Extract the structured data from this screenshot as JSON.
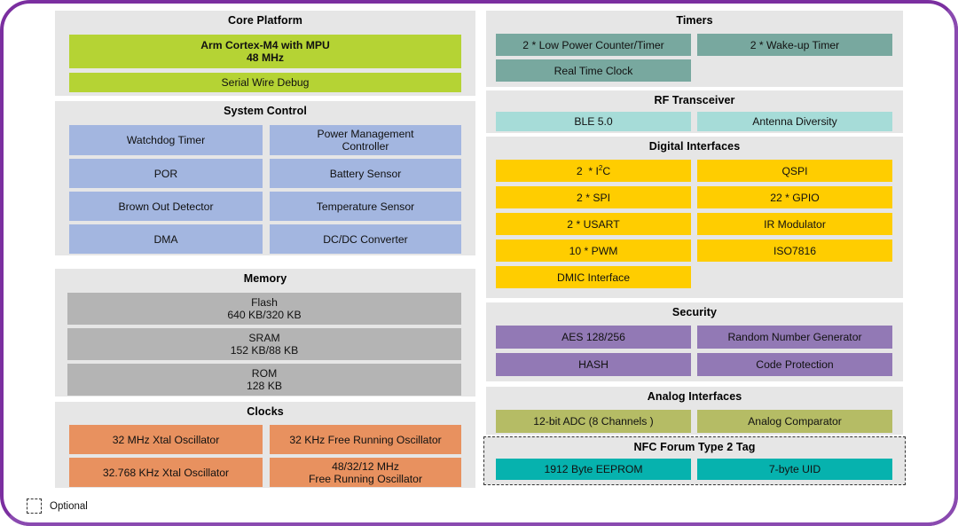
{
  "diagram": {
    "legend": {
      "label": "Optional",
      "swatch": "dashed-square"
    },
    "colors": {
      "frame": "#7b2fa0",
      "group_bg": "#e6e6e6",
      "core": "#b5d334",
      "system_control": "#a3b6e0",
      "memory": "#b4b4b4",
      "clocks": "#e8915f",
      "timers": "#78a89f",
      "rf": "#a6dcd8",
      "digital": "#ffcd00",
      "security": "#9279b5",
      "analog": "#b5bc65",
      "nfc": "#06b2ae"
    },
    "groups": {
      "core_platform": {
        "title": "Core Platform",
        "blocks": [
          {
            "line1": "Arm Cortex-M4 with MPU",
            "line2": "48 MHz",
            "bold": true
          },
          {
            "line1": "Serial Wire Debug",
            "line2": "",
            "bold": false
          }
        ]
      },
      "system_control": {
        "title": "System Control",
        "blocks": [
          {
            "line1": "Watchdog Timer",
            "line2": ""
          },
          {
            "line1": "Power Management",
            "line2": "Controller"
          },
          {
            "line1": "POR",
            "line2": ""
          },
          {
            "line1": "Battery Sensor",
            "line2": ""
          },
          {
            "line1": "Brown Out Detector",
            "line2": ""
          },
          {
            "line1": "Temperature Sensor",
            "line2": ""
          },
          {
            "line1": "DMA",
            "line2": ""
          },
          {
            "line1": "DC/DC Converter",
            "line2": ""
          }
        ]
      },
      "memory": {
        "title": "Memory",
        "blocks": [
          {
            "line1": "Flash",
            "line2": "640 KB/320 KB"
          },
          {
            "line1": "SRAM",
            "line2": "152 KB/88 KB"
          },
          {
            "line1": "ROM",
            "line2": "128 KB"
          }
        ]
      },
      "clocks": {
        "title": "Clocks",
        "blocks": [
          {
            "line1": "32 MHz Xtal Oscillator",
            "line2": ""
          },
          {
            "line1": "32 KHz Free Running Oscillator",
            "line2": ""
          },
          {
            "line1": "32.768 KHz Xtal Oscillator",
            "line2": ""
          },
          {
            "line1": "48/32/12 MHz",
            "line2": "Free Running Oscillator"
          }
        ]
      },
      "timers": {
        "title": "Timers",
        "blocks": [
          {
            "line1": "2 * Low Power Counter/Timer",
            "line2": ""
          },
          {
            "line1": "2 * Wake-up Timer",
            "line2": ""
          },
          {
            "line1": "Real Time Clock",
            "line2": ""
          }
        ]
      },
      "rf_transceiver": {
        "title": "RF Transceiver",
        "blocks": [
          {
            "line1": "BLE 5.0",
            "line2": ""
          },
          {
            "line1": "Antenna Diversity",
            "line2": ""
          }
        ]
      },
      "digital_interfaces": {
        "title": "Digital Interfaces",
        "blocks": [
          {
            "line1": "2  * I2C",
            "line2": "",
            "superscript": true
          },
          {
            "line1": "QSPI",
            "line2": ""
          },
          {
            "line1": "2 * SPI",
            "line2": ""
          },
          {
            "line1": "22 * GPIO",
            "line2": ""
          },
          {
            "line1": "2 * USART",
            "line2": ""
          },
          {
            "line1": "IR Modulator",
            "line2": ""
          },
          {
            "line1": "10 * PWM",
            "line2": ""
          },
          {
            "line1": "ISO7816",
            "line2": ""
          },
          {
            "line1": "DMIC Interface",
            "line2": ""
          }
        ]
      },
      "security": {
        "title": "Security",
        "blocks": [
          {
            "line1": "AES 128/256",
            "line2": ""
          },
          {
            "line1": "Random Number Generator",
            "line2": ""
          },
          {
            "line1": "HASH",
            "line2": ""
          },
          {
            "line1": "Code Protection",
            "line2": ""
          }
        ]
      },
      "analog_interfaces": {
        "title": "Analog Interfaces",
        "blocks": [
          {
            "line1": "12-bit ADC (8 Channels )",
            "line2": ""
          },
          {
            "line1": "Analog Comparator",
            "line2": ""
          }
        ]
      },
      "nfc_tag": {
        "title": "NFC Forum Type 2 Tag",
        "optional": true,
        "blocks": [
          {
            "line1": "1912 Byte EEPROM",
            "line2": ""
          },
          {
            "line1": "7-byte UID",
            "line2": ""
          }
        ]
      }
    }
  }
}
